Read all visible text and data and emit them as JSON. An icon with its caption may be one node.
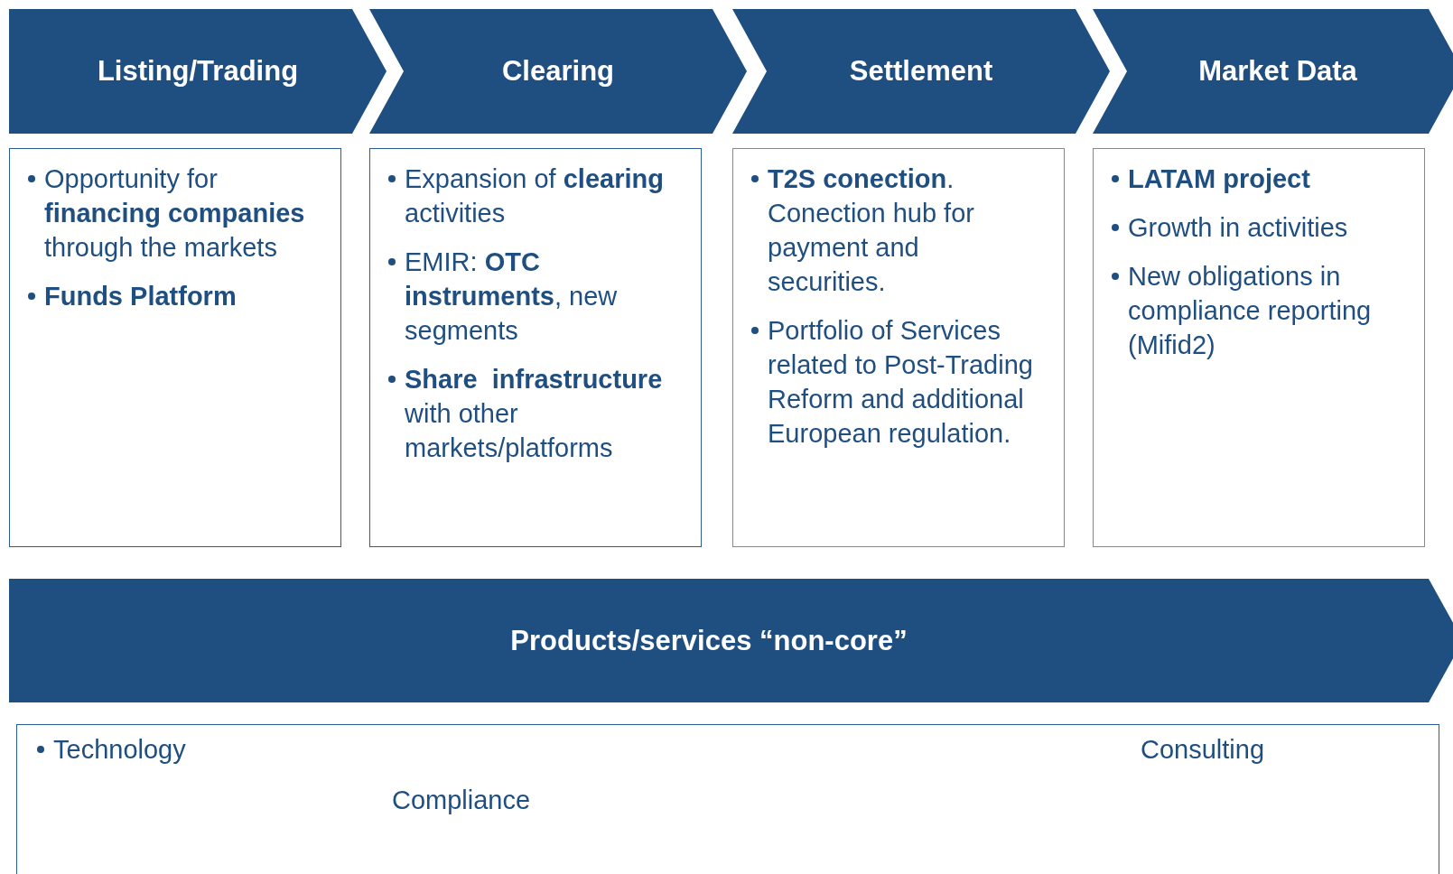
{
  "diagram": {
    "nodes": [
      {
        "text": [
          "Listing/Trading"
        ]
      },
      {
        "text": [
          "Clearing"
        ]
      },
      {
        "text": [
          "Settlement"
        ]
      },
      {
        "text": [
          "Market Data"
        ]
      },
      {
        "text": [
          "Opportunity for **financing companies** through the markets",
          "**Funds Platform**"
        ]
      },
      {
        "text": [
          "Expansion of **clearing** activities",
          "EMIR: **OTC instruments**, new segments",
          "**Share  infrastructure** with other markets/platforms"
        ]
      },
      {
        "text": [
          "**T2S conection**. Conection hub for payment and securities.",
          "Portfolio of Services related to Post-Trading Reform and additional European regulation."
        ]
      },
      {
        "text": [
          "**LATAM project**",
          "Growth in activities",
          "New obligations in compliance reporting (Mifid2)"
        ]
      },
      {
        "text": [
          "Products/services “non-core”"
        ]
      },
      {
        "text": [
          "Technology",
          "Compliance",
          "Consulting"
        ]
      }
    ],
    "edges": []
  }
}
